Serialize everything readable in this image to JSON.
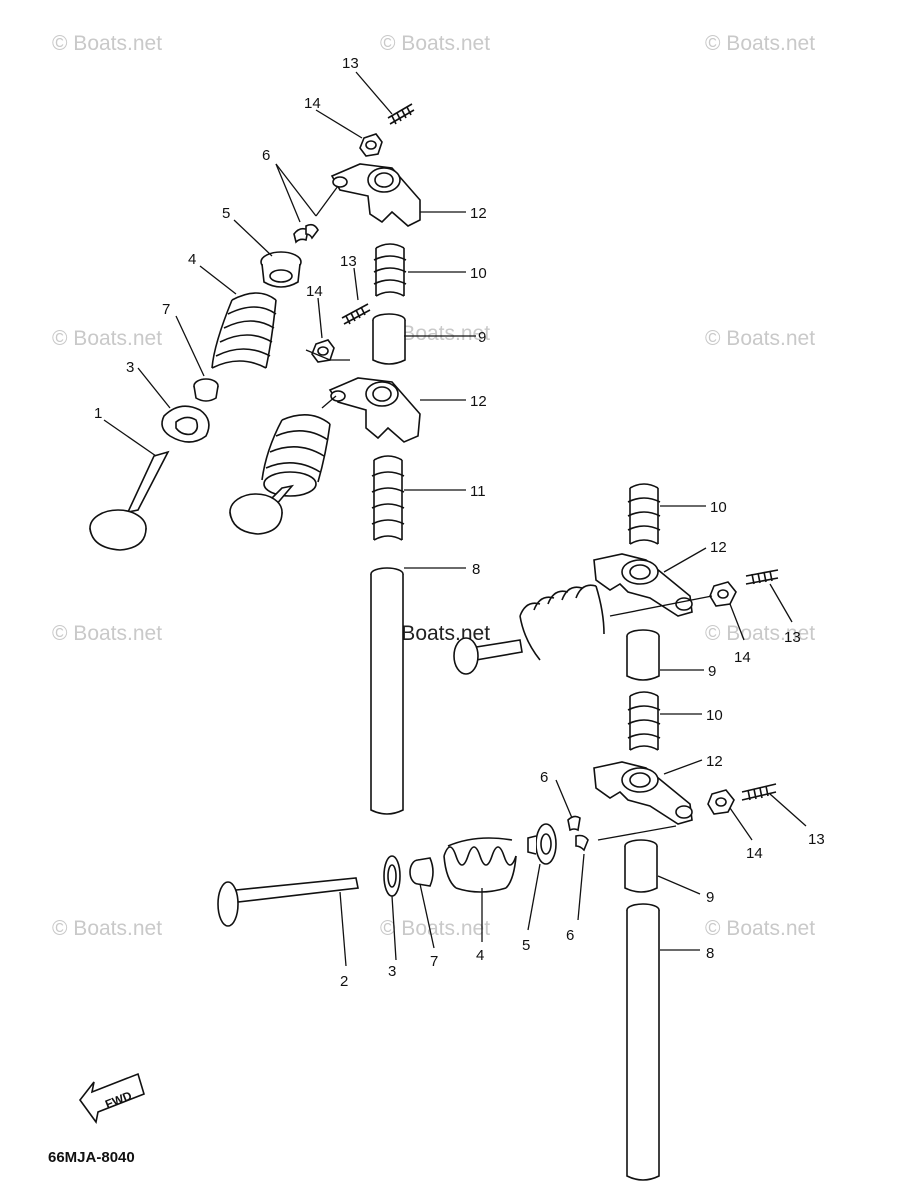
{
  "watermark": "© Boats.net",
  "diagram_code": "66MJA-8040",
  "fwd_label": "FWD",
  "callouts": [
    "1",
    "2",
    "3",
    "4",
    "5",
    "6",
    "7",
    "8",
    "9",
    "10",
    "11",
    "12",
    "13",
    "14"
  ]
}
